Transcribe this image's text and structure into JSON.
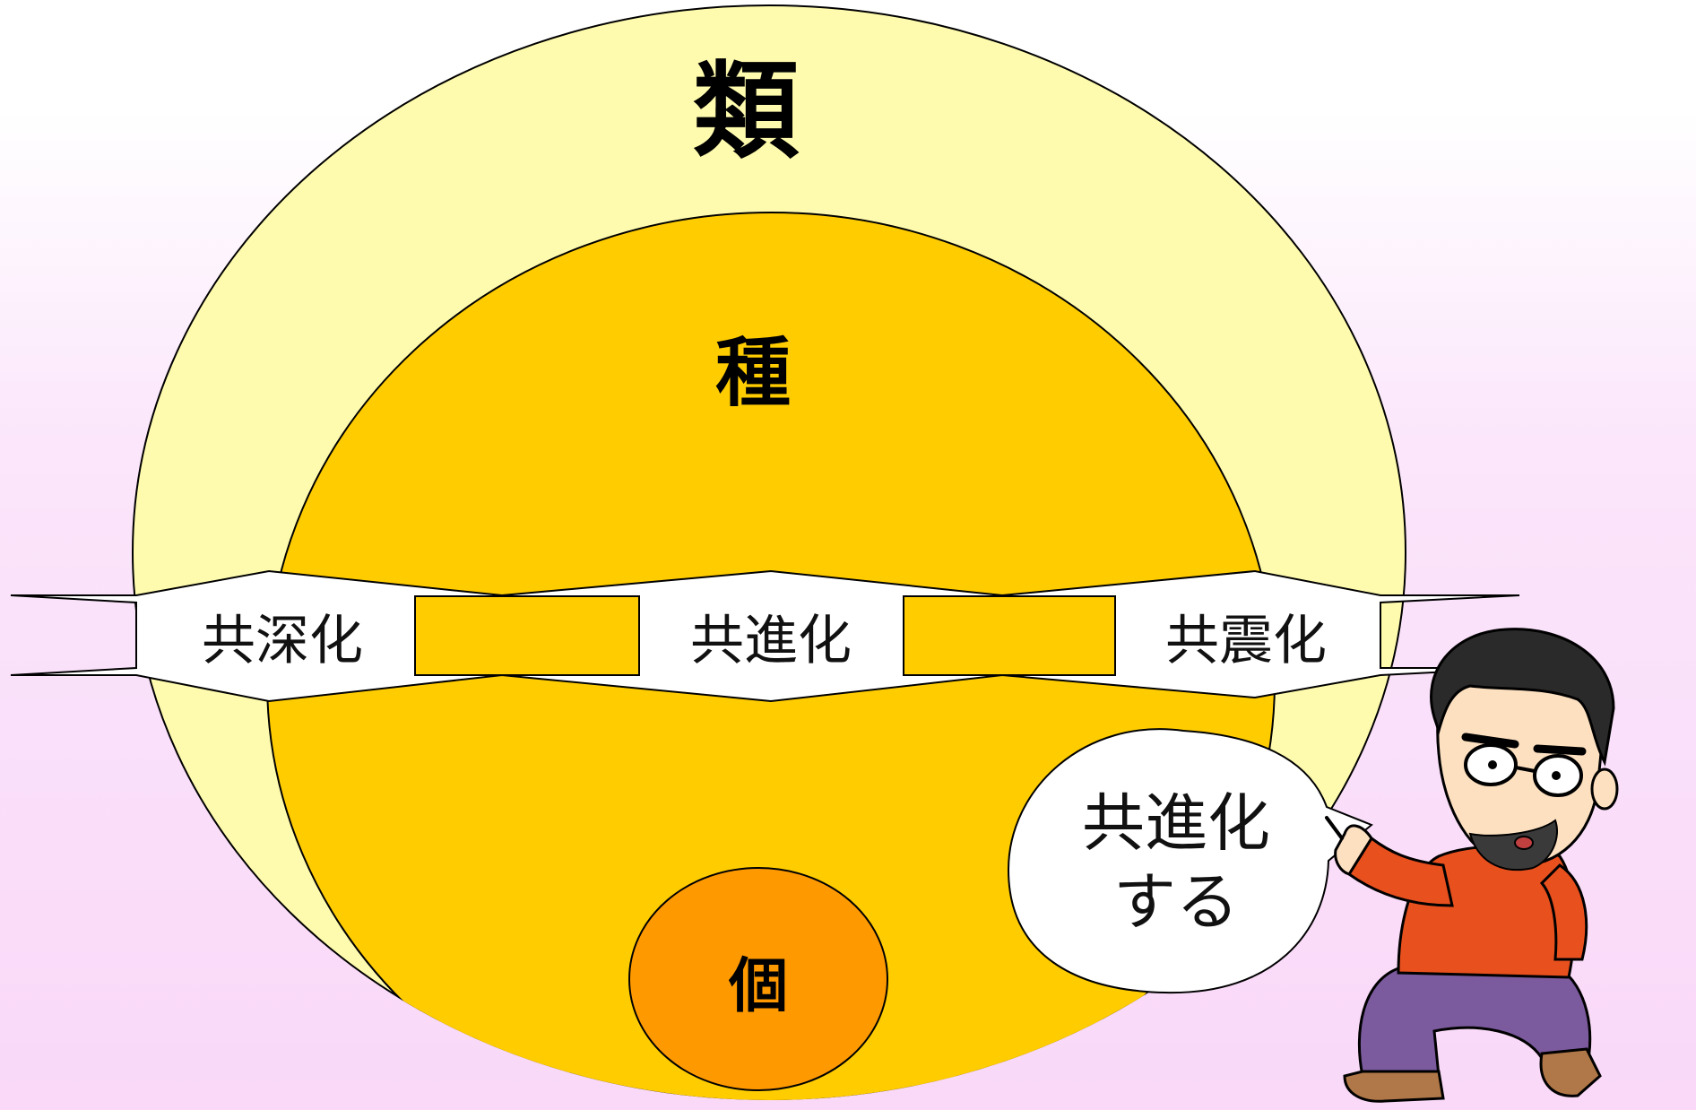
{
  "diagram": {
    "outer_label": "類",
    "middle_label": "種",
    "inner_label": "個",
    "band_labels": [
      "共深化",
      "共進化",
      "共震化"
    ],
    "speech_bubble": [
      "共進化",
      "する"
    ]
  },
  "colors": {
    "outer_circle": "#fffbae",
    "middle_circle": "#ffcc00",
    "inner_circle": "#ff9900",
    "band_box": "#ffcc00",
    "band_arrow": "#ffffff",
    "shirt": "#e8501e",
    "pants": "#7b5b9e",
    "outline": "#000000"
  },
  "icons": {
    "character": "bearded-man-pointing-illustration"
  }
}
